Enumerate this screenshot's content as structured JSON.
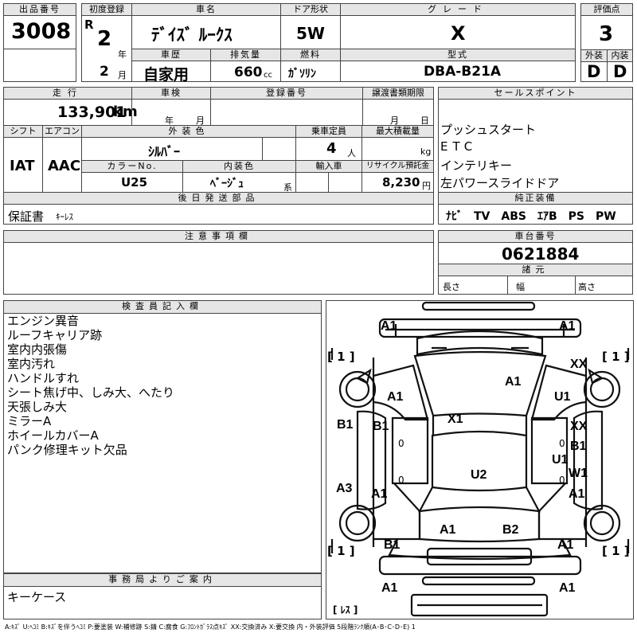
{
  "top": {
    "lot_label": "出品番号",
    "lot_no": "3008",
    "reg_label": "初度登録",
    "era": "R",
    "reg_year": "2",
    "year_unit": "年",
    "reg_month": "2",
    "month_unit": "月",
    "name_label": "車名",
    "car_name": "ﾃﾞｲｽﾞ ﾙｰｸｽ",
    "door_label": "ドア形状",
    "door": "5W",
    "grade_label": "グレード",
    "grade": "X",
    "score_label": "評価点",
    "score": "3",
    "history_label": "車歴",
    "history": "自家用",
    "disp_label": "排気量",
    "disp": "660",
    "disp_unit": "cc",
    "fuel_label": "燃料",
    "fuel": "ｶﾞｿﾘﾝ",
    "model_label": "型式",
    "model": "DBA-B21A",
    "ext_label": "外装",
    "ext_grade": "D",
    "int_label": "内装",
    "int_grade": "D"
  },
  "mid": {
    "mileage_label": "走行",
    "mileage": "133,901",
    "mileage_unit": "km",
    "inspect_label": "車検",
    "inspect_year_unit": "年",
    "inspect_month_unit": "月",
    "regno_label": "登録番号",
    "transfer_label": "譲渡書類期限",
    "transfer_month_unit": "月",
    "transfer_day_unit": "日",
    "shift_label": "シフト",
    "shift": "IAT",
    "ac_label": "エアコン",
    "ac": "AAC",
    "color_label": "外装色",
    "color": "ｼﾙﾊﾞｰ",
    "capacity_label": "乗車定員",
    "capacity": "4",
    "capacity_unit": "人",
    "load_label": "最大積載量",
    "load_unit": "kg",
    "colorno_label": "カラーNo.",
    "colorno": "U25",
    "interior_label": "内装色",
    "interior": "ﾍﾞｰｼﾞｭ",
    "interior_unit": "系",
    "import_label": "輸入車",
    "recycle_label": "リサイクル預託金",
    "recycle": "8,230",
    "recycle_unit": "円",
    "sales_label": "セールスポイント",
    "sales_points": [
      "プッシュスタート",
      "ETC",
      "インテリキー",
      "左パワースライドドア"
    ],
    "later_label": "後日発送部品",
    "later_text": "保証書",
    "later_text2": "ｷｰﾚｽ",
    "equip_label": "純正装備",
    "equip": "ﾅﾋﾞ　TV　ABS　ｴｱB　PS　PW",
    "notes_label": "注意事項欄",
    "chassis_label": "車台番号",
    "chassis": "0621884",
    "specs_label": "諸元",
    "length_label": "長さ",
    "width_label": "幅",
    "height_label": "高さ"
  },
  "inspector": {
    "label": "検査員記入欄",
    "lines": [
      "エンジン異音",
      "ルーフキャリア跡",
      "室内内張傷",
      "室内汚れ",
      "ハンドルすれ",
      "シート焦げ中、しみ大、へたり",
      "天張しみ大",
      "ミラーA",
      "ホイールカバーA",
      "パンク修理キット欠品"
    ]
  },
  "office": {
    "label": "事務局よりご案内",
    "text": "キーケース"
  },
  "legend": "A:ｷｽﾞ U:ﾍｺﾐ B:ｷｽﾞを伴うﾍｺﾐ P:要塗装 W:補修跡 S:錆 C:腐食 G:ﾌﾛﾝﾄｶﾞﾗｽ点ｷｽﾞ XX:交換済み X:要交換 内・外装評価 5段階ﾗﾝｸ順(A･B･C･D･E) 1",
  "diagram": {
    "marks": [
      "A1",
      "A1",
      "A1",
      "A1",
      "XX",
      "U1",
      "B1",
      "B1",
      "X1",
      "XX",
      "B1",
      "U1",
      "W1",
      "A3",
      "A1",
      "U2",
      "A1",
      "A1",
      "B2",
      "B1",
      "A1",
      "A1",
      "A1"
    ],
    "brackets": [
      "[ 1 ]",
      "[ 1 ]",
      "[ 1 ]",
      "[ 1 ]",
      "[ ﾚｽ ]"
    ],
    "zeros": [
      "0",
      "0",
      "0",
      "0"
    ]
  }
}
